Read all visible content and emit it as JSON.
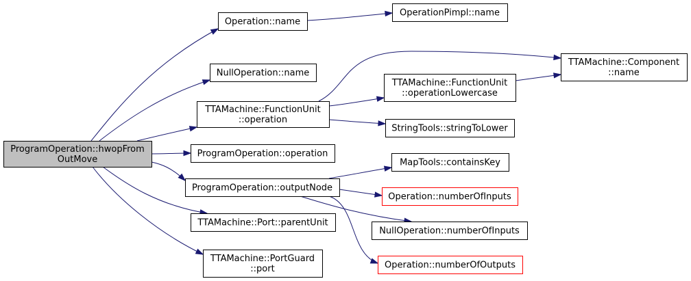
{
  "colors": {
    "edge": "#191970",
    "root_fill": "#bfbfbf",
    "node_fill": "#ffffff",
    "node_border": "#000000",
    "external_border": "#ff0000"
  },
  "nodes": [
    {
      "id": "root",
      "lines": [
        "ProgramOperation::hwopFrom",
        "OutMove"
      ],
      "kind": "root"
    },
    {
      "id": "op_name",
      "lines": [
        "Operation::name"
      ],
      "kind": "normal"
    },
    {
      "id": "opimpl_name",
      "lines": [
        "OperationPimpl::name"
      ],
      "kind": "normal"
    },
    {
      "id": "nullop_name",
      "lines": [
        "NullOperation::name"
      ],
      "kind": "normal"
    },
    {
      "id": "comp_name",
      "lines": [
        "TTAMachine::Component",
        "::name"
      ],
      "kind": "normal"
    },
    {
      "id": "fu_oplower",
      "lines": [
        "TTAMachine::FunctionUnit",
        "::operationLowercase"
      ],
      "kind": "normal"
    },
    {
      "id": "fu_operation",
      "lines": [
        "TTAMachine::FunctionUnit",
        "::operation"
      ],
      "kind": "normal"
    },
    {
      "id": "str_lower",
      "lines": [
        "StringTools::stringToLower"
      ],
      "kind": "normal"
    },
    {
      "id": "po_operation",
      "lines": [
        "ProgramOperation::operation"
      ],
      "kind": "normal"
    },
    {
      "id": "map_contains",
      "lines": [
        "MapTools::containsKey"
      ],
      "kind": "normal"
    },
    {
      "id": "po_outputnode",
      "lines": [
        "ProgramOperation::outputNode"
      ],
      "kind": "normal"
    },
    {
      "id": "op_numinputs",
      "lines": [
        "Operation::numberOfInputs"
      ],
      "kind": "external"
    },
    {
      "id": "port_parent",
      "lines": [
        "TTAMachine::Port::parentUnit"
      ],
      "kind": "normal"
    },
    {
      "id": "nullop_numinputs",
      "lines": [
        "NullOperation::numberOfInputs"
      ],
      "kind": "normal"
    },
    {
      "id": "portguard_port",
      "lines": [
        "TTAMachine::PortGuard",
        "::port"
      ],
      "kind": "normal"
    },
    {
      "id": "op_numoutputs",
      "lines": [
        "Operation::numberOfOutputs"
      ],
      "kind": "external"
    }
  ],
  "edges": [
    {
      "from": "root",
      "to": "op_name"
    },
    {
      "from": "root",
      "to": "nullop_name"
    },
    {
      "from": "root",
      "to": "fu_operation"
    },
    {
      "from": "root",
      "to": "po_operation"
    },
    {
      "from": "root",
      "to": "po_outputnode"
    },
    {
      "from": "root",
      "to": "port_parent"
    },
    {
      "from": "root",
      "to": "portguard_port"
    },
    {
      "from": "op_name",
      "to": "opimpl_name"
    },
    {
      "from": "fu_operation",
      "to": "comp_name"
    },
    {
      "from": "fu_operation",
      "to": "fu_oplower"
    },
    {
      "from": "fu_operation",
      "to": "str_lower"
    },
    {
      "from": "fu_oplower",
      "to": "comp_name"
    },
    {
      "from": "po_outputnode",
      "to": "map_contains"
    },
    {
      "from": "po_outputnode",
      "to": "op_numinputs"
    },
    {
      "from": "po_outputnode",
      "to": "nullop_numinputs"
    },
    {
      "from": "po_outputnode",
      "to": "op_numoutputs"
    }
  ]
}
